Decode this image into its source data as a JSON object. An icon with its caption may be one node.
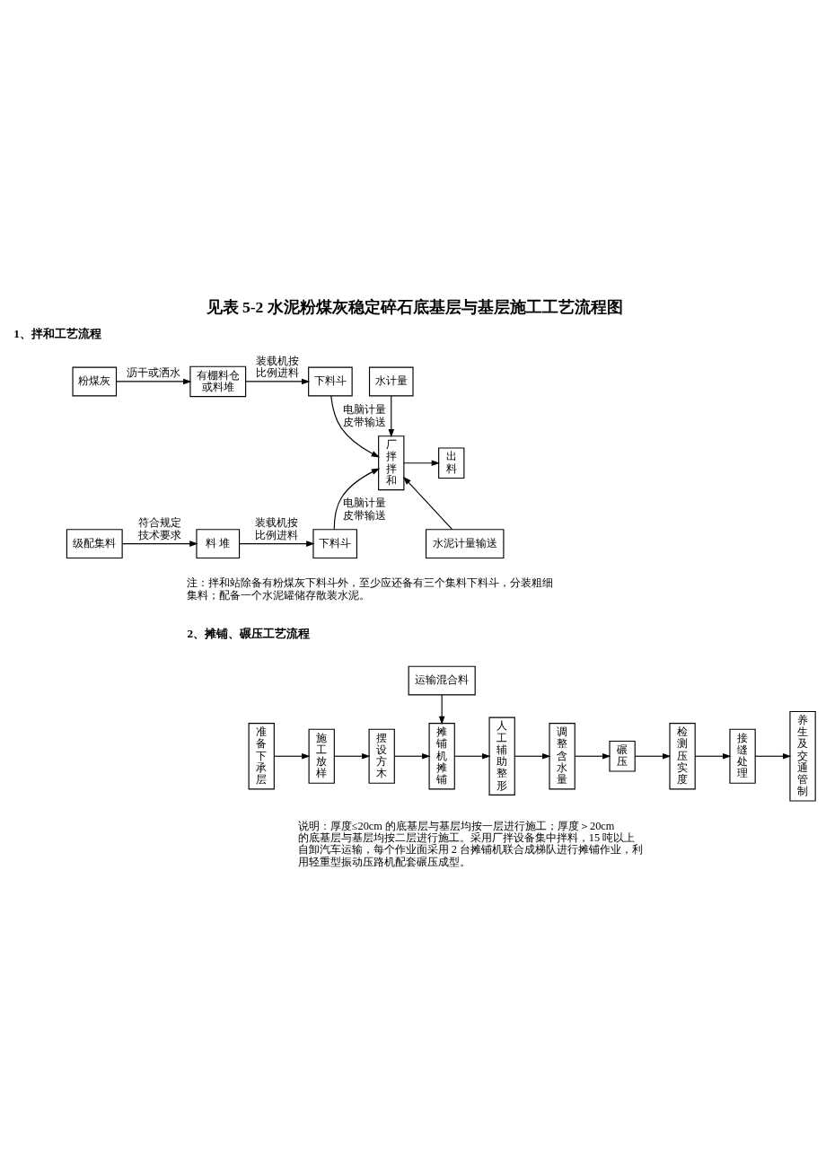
{
  "diagram": {
    "title": "见表 5-2 水泥粉煤灰稳定碎石底基层与基层施工工艺流程图",
    "nodes": [
      {
        "text": [
          "粉煤灰"
        ]
      },
      {
        "text": [
          "有棚料仓或料堆"
        ]
      },
      {
        "text": [
          "下料斗"
        ]
      },
      {
        "text": [
          "级配集料"
        ]
      },
      {
        "text": [
          "料 堆"
        ]
      },
      {
        "text": [
          "下料斗"
        ]
      },
      {
        "text": [
          "水计量"
        ]
      },
      {
        "text": [
          "厂拌拌和"
        ]
      },
      {
        "text": [
          "出料"
        ]
      },
      {
        "text": [
          "水泥计量输送"
        ]
      },
      {
        "text": [
          "运输混合料"
        ]
      },
      {
        "text": [
          "准备下承层"
        ]
      },
      {
        "text": [
          "施工放样"
        ]
      },
      {
        "text": [
          "摆设方木"
        ]
      },
      {
        "text": [
          "摊铺机摊铺"
        ]
      },
      {
        "text": [
          "人工辅助整形"
        ]
      },
      {
        "text": [
          "调整含水量"
        ]
      },
      {
        "text": [
          "碾压"
        ]
      },
      {
        "text": [
          "检测压实度"
        ]
      },
      {
        "text": [
          "接缝处理"
        ]
      },
      {
        "text": [
          "养生及交通管制"
        ]
      }
    ],
    "edges": [
      {
        "from": 0,
        "to": 1,
        "arrow": "to",
        "label": "沥干或洒水"
      },
      {
        "from": 1,
        "to": 2,
        "arrow": "to",
        "label": "装载机按比例进料"
      },
      {
        "from": 2,
        "to": 7,
        "arrow": "to",
        "label": "电脑计量皮带输送"
      },
      {
        "from": 3,
        "to": 4,
        "arrow": "to",
        "label": "符合规定技术要求"
      },
      {
        "from": 4,
        "to": 5,
        "arrow": "to",
        "label": "装载机按比例进料"
      },
      {
        "from": 5,
        "to": 7,
        "arrow": "to",
        "label": "电脑计量皮带输送"
      },
      {
        "from": 6,
        "to": 7,
        "arrow": "to"
      },
      {
        "from": 9,
        "to": 7,
        "arrow": "to"
      },
      {
        "from": 7,
        "to": 8,
        "arrow": "to"
      },
      {
        "from": 10,
        "to": 14,
        "arrow": "to"
      },
      {
        "from": 11,
        "to": 12,
        "arrow": "to"
      },
      {
        "from": 12,
        "to": 13,
        "arrow": "to"
      },
      {
        "from": 13,
        "to": 14,
        "arrow": "to"
      },
      {
        "from": 14,
        "to": 15,
        "arrow": "to"
      },
      {
        "from": 15,
        "to": 16,
        "arrow": "to"
      },
      {
        "from": 16,
        "to": 17,
        "arrow": "to"
      },
      {
        "from": 17,
        "to": 18,
        "arrow": "to"
      },
      {
        "from": 18,
        "to": 19,
        "arrow": "to"
      },
      {
        "from": 19,
        "to": 20,
        "arrow": "to"
      }
    ],
    "labels": [
      "1、拌和工艺流程",
      "注：拌和站除备有粉煤灰下料斗外，至少应还备有三个集料下料斗，分装粗细集料；配备一个水泥罐储存散装水泥。",
      "2、摊铺、碾压工艺流程",
      "说明：厚度≤20cm 的底基层与基层均按一层进行施工；厚度＞20cm 的底基层与基层均按二层进行施工。采用厂拌设备集中拌料，15 吨以上自卸汽车运输，每个作业面采用 2 台摊铺机联合成梯队进行摊铺作业，利用轻重型振动压路机配套碾压成型。"
    ]
  }
}
